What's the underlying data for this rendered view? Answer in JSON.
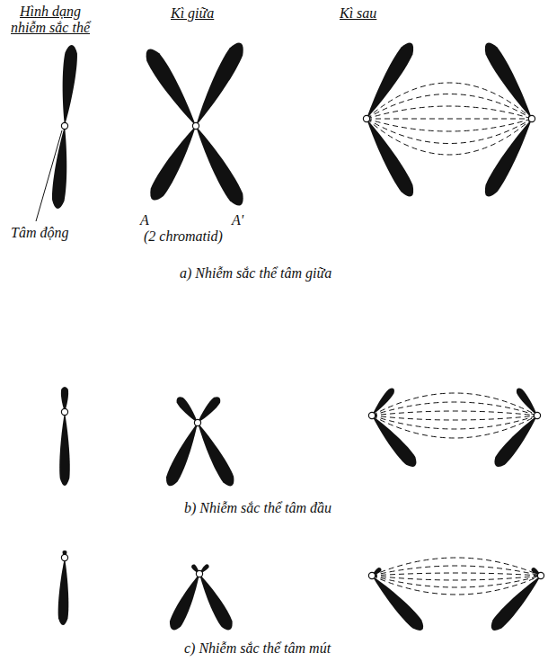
{
  "diagram": {
    "labels": [
      "Hình dạng nhiễm sắc thể",
      "Kì giữa",
      "Kì sau",
      "Tâm động",
      "A",
      "A'",
      "(2 chromatid)",
      "a) Nhiễm sắc thể tâm giữa",
      "b) Nhiễm sắc thể tâm đầu",
      "c) Nhiễm sắc thể tâm mút"
    ]
  }
}
